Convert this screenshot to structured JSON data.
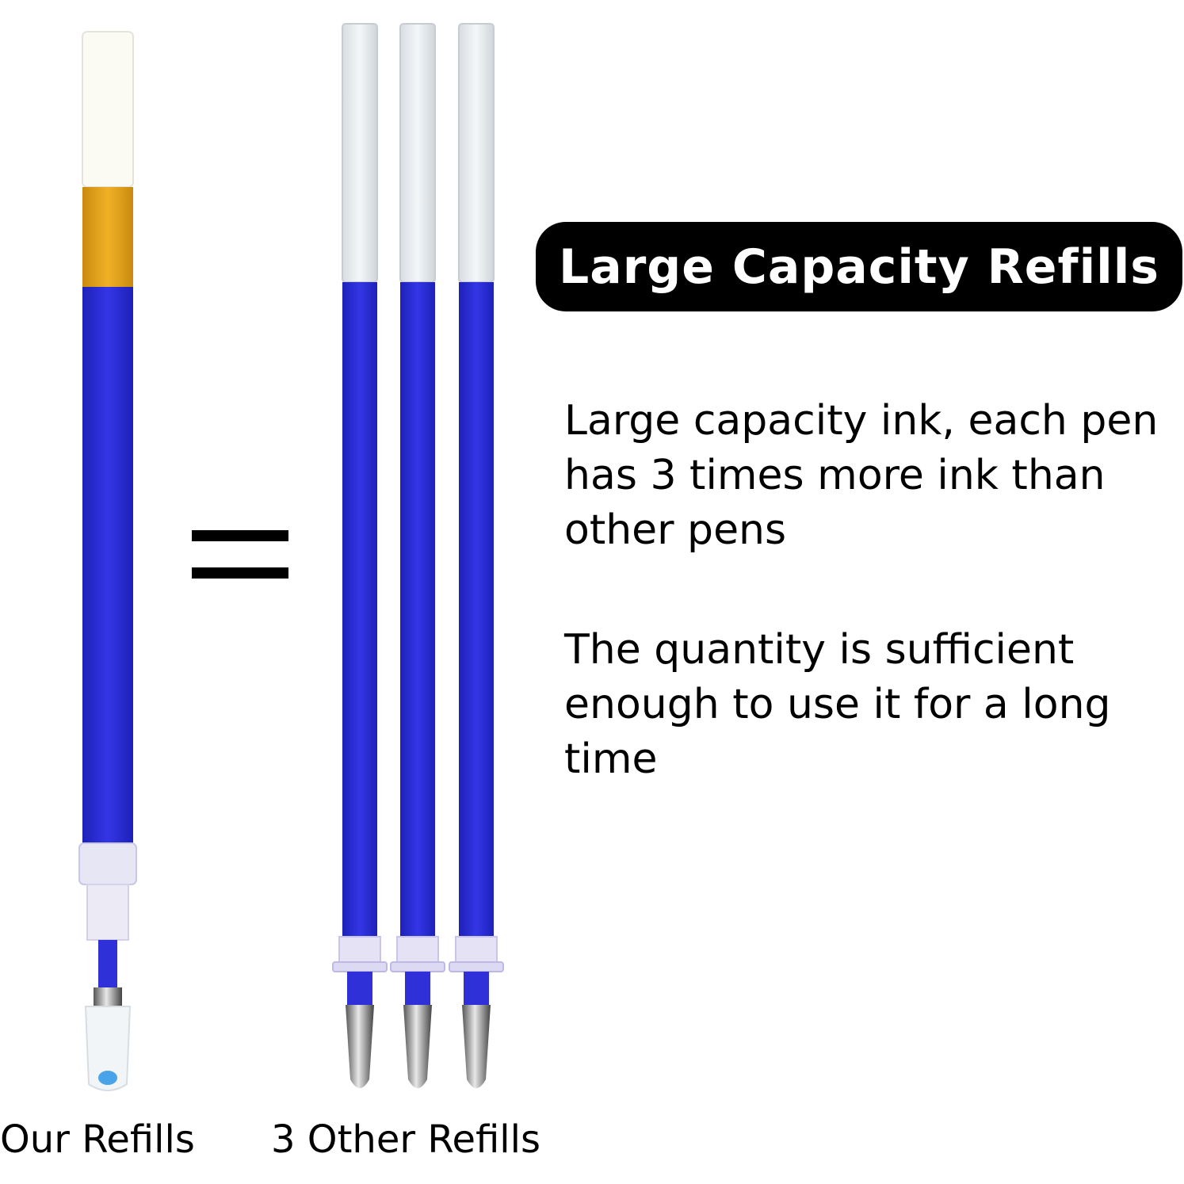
{
  "headline": "Large Capacity Refills",
  "paragraph_1": "Large capacity ink, each pen has 3 times more ink than other pens",
  "paragraph_2": "The quantity is sufficient enough to use it for a long time",
  "captions": {
    "ours": "Our Refills",
    "others": "3 Other Refills"
  },
  "colors": {
    "ink_blue": "#2a2bd6",
    "ink_yellow": "#e3a21a",
    "background": "#ffffff",
    "headline_bg": "#000000"
  }
}
